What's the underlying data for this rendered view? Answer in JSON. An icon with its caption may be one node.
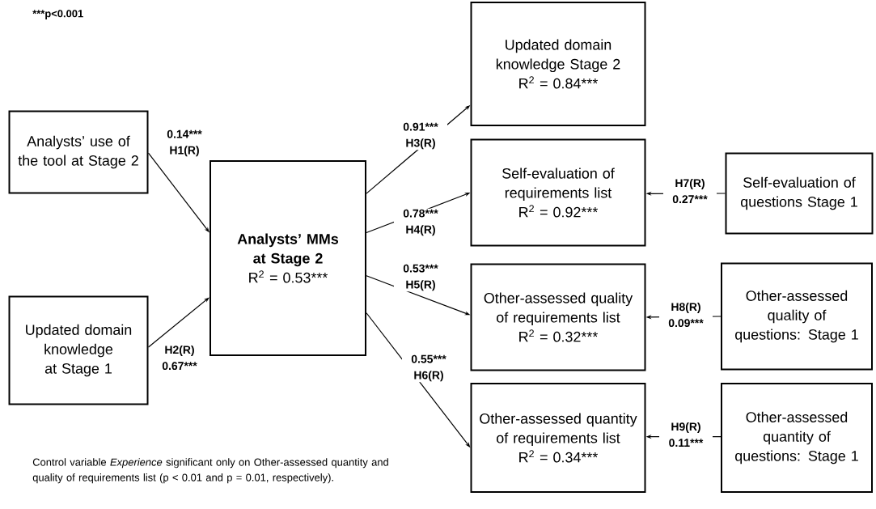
{
  "diagram": {
    "nodes": [
      {
        "text": [
          "Analysts’ use of the tool at Stage 2"
        ]
      },
      {
        "text": [
          "Updated domain knowledge at Stage 1"
        ]
      },
      {
        "text": [
          "Analysts’ MMs at Stage 2",
          "R$^{2}$ = 0.53***"
        ]
      },
      {
        "text": [
          "Updated domain knowledge Stage 2",
          "R$^{2}$ = 0.84***"
        ]
      },
      {
        "text": [
          "Self-evaluation of requirements list",
          "R$^{2}$ = 0.92***"
        ]
      },
      {
        "text": [
          "Other-assessed quality of requirements list",
          "R$^{2}$ = 0.32***"
        ]
      },
      {
        "text": [
          "Other-assessed quantity  of requirements list",
          "R$^{2}$ = 0.34***"
        ]
      },
      {
        "text": [
          "Self-evaluation of questions Stage 1"
        ]
      },
      {
        "text": [
          "Other-assessed quality of questions: Stage 1"
        ]
      },
      {
        "text": [
          "Other-assessed quantity of questions: Stage 1"
        ]
      }
    ],
    "edges": [
      {
        "from": 0,
        "to": 2,
        "arrow": "to",
        "label": "0.14*** H1(R)"
      },
      {
        "from": 1,
        "to": 2,
        "arrow": "to",
        "label": "H2(R) 0.67***"
      },
      {
        "from": 2,
        "to": 3,
        "arrow": "to",
        "label": "0.91*** H3(R)"
      },
      {
        "from": 2,
        "to": 4,
        "arrow": "to",
        "label": "0.78*** H4(R)"
      },
      {
        "from": 2,
        "to": 5,
        "arrow": "to",
        "label": "0.53*** H5(R)"
      },
      {
        "from": 2,
        "to": 6,
        "arrow": "to",
        "label": "0.55*** H6(R)"
      },
      {
        "from": 7,
        "to": 4,
        "arrow": "to",
        "label": "H7(R) 0.27***"
      },
      {
        "from": 8,
        "to": 5,
        "arrow": "to",
        "label": "H8(R) 0.09***"
      },
      {
        "from": 9,
        "to": 6,
        "arrow": "to",
        "label": "H9(R) 0.11***"
      }
    ],
    "labels": [
      "***p<0.001",
      "Control variable *Experience* significant only on Other-assessed quantity and quality of requirements list (p < 0.01 and p = 0.01, respectively)."
    ]
  }
}
